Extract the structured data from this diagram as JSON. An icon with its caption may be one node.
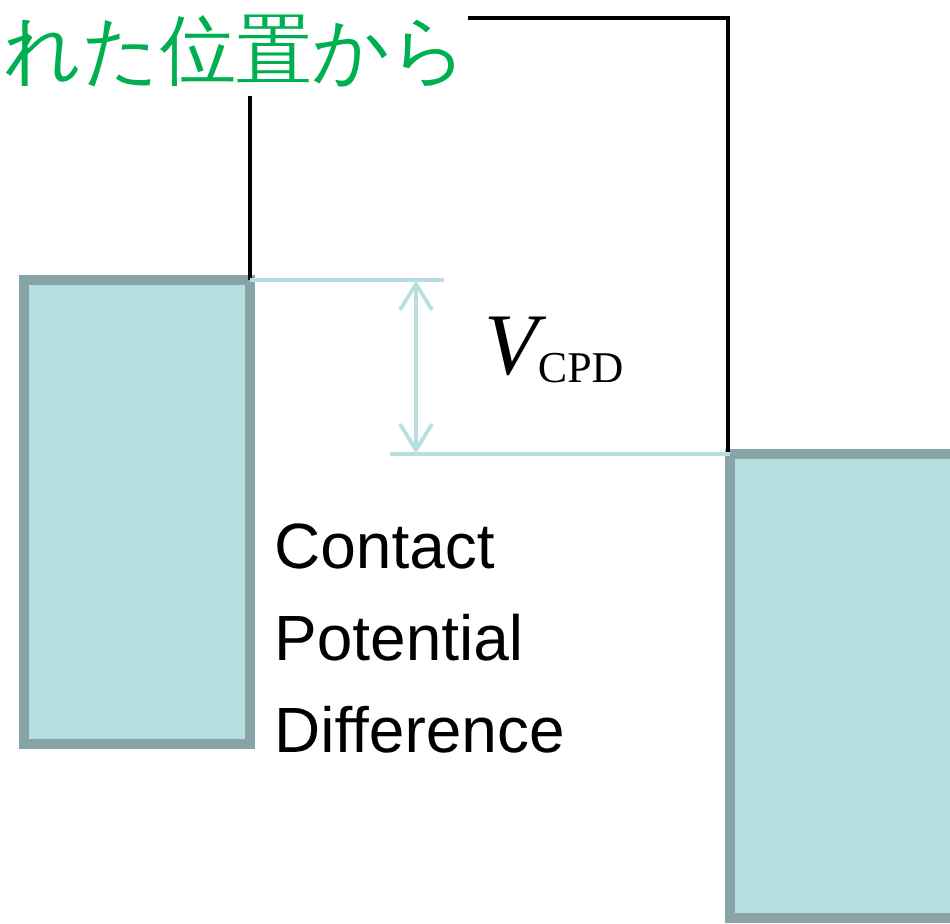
{
  "diagram": {
    "labels": [
      "れた位置から",
      "*V*$_{CPD}$",
      "Contact Potential Difference"
    ]
  }
}
